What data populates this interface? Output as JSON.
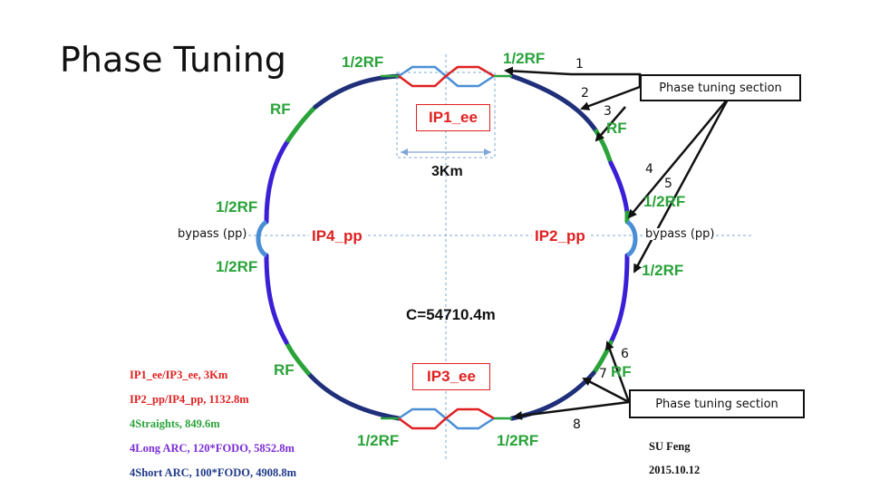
{
  "slide": {
    "title": "Phase Tuning"
  },
  "ring": {
    "circumference": "C=54710.4m",
    "ip_labels": {
      "ip1": "IP1_ee",
      "ip2": "IP2_pp",
      "ip3": "IP3_ee",
      "ip4": "IP4_pp"
    },
    "rf_label": "RF",
    "half_rf_label": "1/2RF",
    "bypass_left": "bypass (pp)",
    "bypass_right": "bypass (pp)",
    "straight_length": "3Km"
  },
  "annotations": {
    "numbers": [
      "1",
      "2",
      "3",
      "4",
      "5",
      "6",
      "7",
      "8"
    ],
    "phase_tuning_top": "Phase tuning section",
    "phase_tuning_bottom": "Phase tuning section"
  },
  "legend": {
    "items": [
      {
        "text": "IP1_ee/IP3_ee,  3Km",
        "color": "#e02020"
      },
      {
        "text": "IP2_pp/IP4_pp, 1132.8m",
        "color": "#e02020"
      },
      {
        "text": "4Straights, 849.6m",
        "color": "#2aa33a"
      },
      {
        "text": "4Long ARC, 120*FODO, 5852.8m",
        "color": "#7a2bd6"
      },
      {
        "text": "4Short ARC,  100*FODO, 4908.8m",
        "color": "#1f3a8a"
      }
    ]
  },
  "credit": {
    "author": "SU Feng",
    "date": "2015.10.12"
  },
  "colors": {
    "long_arc": "#3a1fd6",
    "short_arc": "#1f2f7a",
    "straight": "#2aa33a",
    "bypass": "#4a8fd6",
    "ip_red": "#e02020",
    "axis": "#7fa7d6"
  }
}
